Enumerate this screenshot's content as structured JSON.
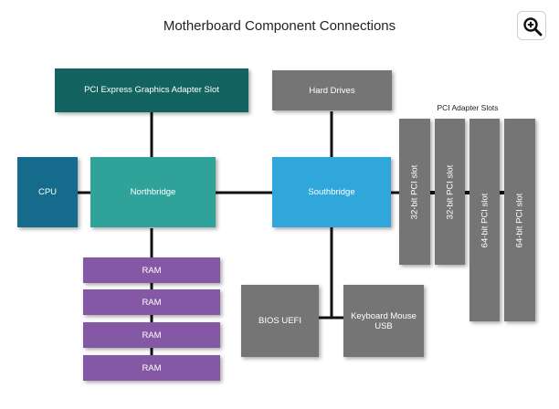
{
  "title": "Motherboard Component Connections",
  "zoom": {
    "icon": "zoom-in-icon"
  },
  "colors": {
    "graphics": "#136361",
    "cpu": "#146b8c",
    "northbridge": "#2fa39a",
    "southbridge": "#31a6db",
    "ram": "#8458a5",
    "gray": "#757575",
    "line": "#111111"
  },
  "components": {
    "graphics_slot": "PCI Express Graphics Adapter Slot",
    "hard_drives": "Hard Drives",
    "cpu": "CPU",
    "northbridge": "Northbridge",
    "southbridge": "Southbridge",
    "ram": [
      "RAM",
      "RAM",
      "RAM",
      "RAM"
    ],
    "bios": "BIOS UEFI",
    "keyboard": "Keyboard Mouse USB"
  },
  "pci_adapter_slots": {
    "label": "PCI Adapter Slots",
    "slots": [
      "32-bit PCI slot",
      "32-bit PCI slot",
      "64-bit PCI slot",
      "64-bit PCI slot"
    ]
  }
}
